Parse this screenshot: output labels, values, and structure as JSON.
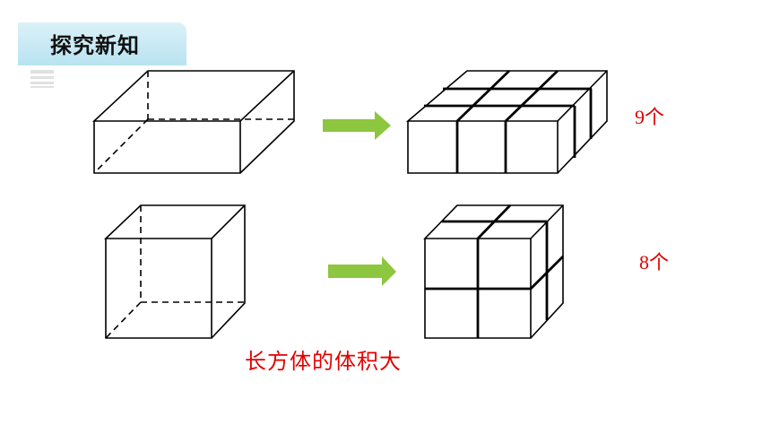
{
  "header": {
    "title": "探究新知"
  },
  "counts": {
    "top": "9个",
    "bottom": "8个"
  },
  "conclusion": "长方体的体积大",
  "colors": {
    "arrow": "#8dc63f",
    "label_red": "#e10000",
    "tab_bg": "#c9eaf5"
  },
  "icons": {
    "arrow": "right-arrow-icon",
    "watermark": "watermark-logo"
  }
}
